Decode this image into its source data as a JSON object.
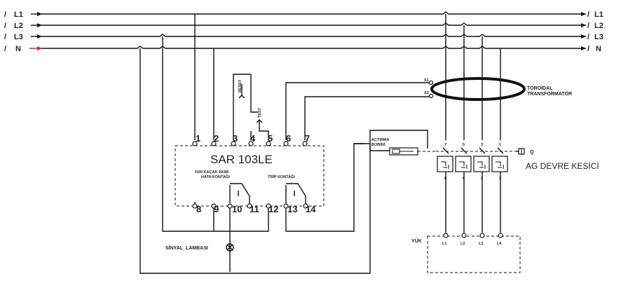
{
  "lines": {
    "left": [
      "L1",
      "L2",
      "L3",
      "N"
    ],
    "right": [
      "L1",
      "L2",
      "L3",
      "N"
    ],
    "neutral_arrow_color": "#d62020"
  },
  "relay": {
    "model": "SAR 103LE",
    "top_terminals": [
      "1",
      "2",
      "3",
      "4",
      "5",
      "6",
      "7"
    ],
    "bottom_terminals": [
      "8",
      "9",
      "10",
      "11",
      "12",
      "13",
      "14"
    ],
    "leakage_contact_line1": "%50 KAÇAK AKIM",
    "leakage_contact_line2": "HATA KONTAĞI",
    "trip_contact": "TRİP KONTAĞI"
  },
  "buttons": {
    "reset": "RESET",
    "test": "TEST"
  },
  "toroid": {
    "label_line1": "TOROİDAL",
    "label_line2": "TRANSFORMATÖR",
    "s1": "S1",
    "s2": "S2"
  },
  "trip_coil": {
    "label_line1": "AÇTIRMA",
    "label_line2": "BOBİNİ"
  },
  "breaker": {
    "label": "AG DEVRE KESİCİ",
    "q_label": "Q",
    "top_terminals": [
      "7",
      "5",
      "3",
      "1"
    ],
    "bottom_terminals": [
      "8",
      "6",
      "4",
      "2"
    ]
  },
  "signal_lamp": {
    "label": "SİNYAL_LAMBASI"
  },
  "load": {
    "label": "YÜK",
    "terminals": [
      "L1",
      "L2",
      "L3",
      "L4"
    ]
  }
}
